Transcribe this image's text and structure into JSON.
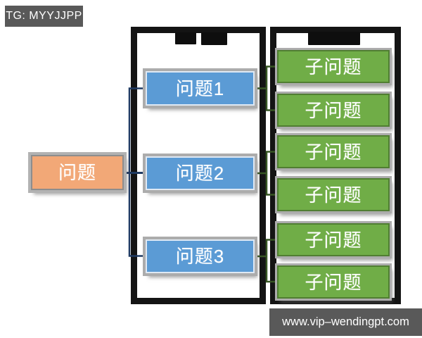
{
  "header_badge": {
    "label": "TG: MYYJJPP",
    "bg": "#595959",
    "text_color": "#ffffff"
  },
  "footer_badge": {
    "label": "www.vip–wendingpt.com",
    "bg": "#595959",
    "text_color": "#ffffff"
  },
  "diagram": {
    "root_box": {
      "label": "问题",
      "fill": "#F2A877"
    },
    "problem_boxes": [
      {
        "label": "问题1"
      },
      {
        "label": "问题2"
      },
      {
        "label": "问题3"
      }
    ],
    "sub_boxes": [
      {
        "label": "子问题"
      },
      {
        "label": "子问题"
      },
      {
        "label": "子问题"
      },
      {
        "label": "子问题"
      },
      {
        "label": "子问题"
      },
      {
        "label": "子问题"
      }
    ],
    "colors": {
      "problem_fill": "#5B9BD5",
      "sub_fill": "#70AD47",
      "root_fill": "#F2A877",
      "container_border": "#141414",
      "left_connector": "#1F3A63",
      "right_connector": "#375623",
      "shadow_gray": "#ACACAC",
      "badge_bg": "#595959"
    }
  }
}
